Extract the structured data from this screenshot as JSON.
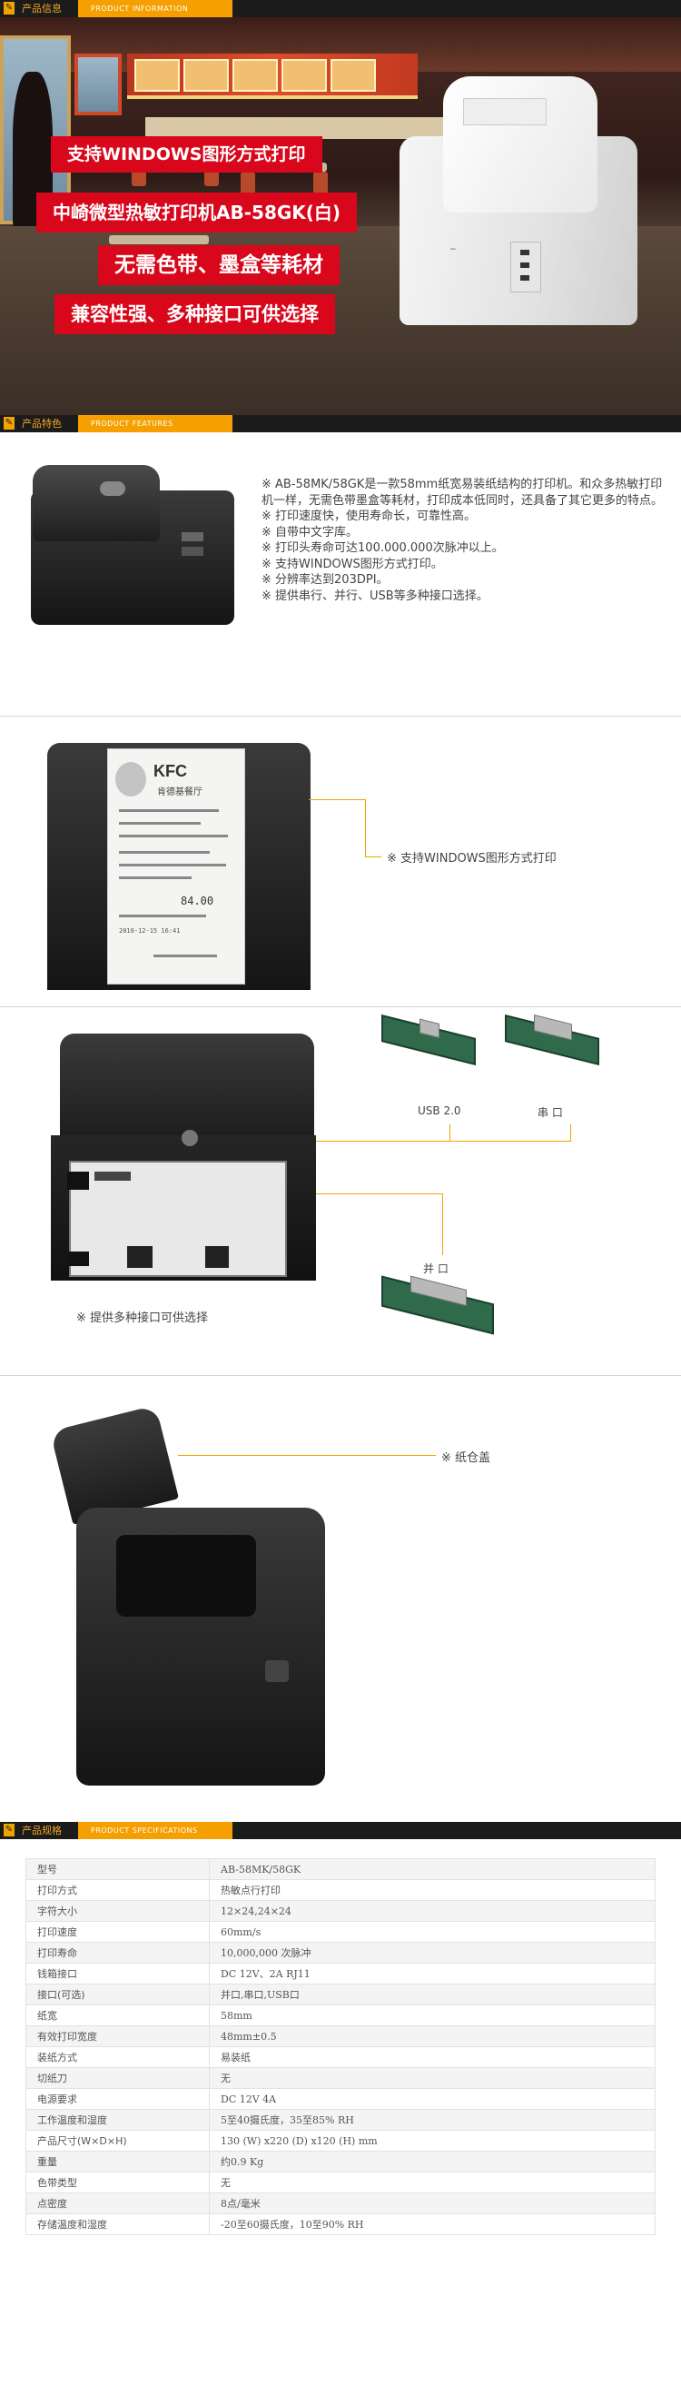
{
  "sections": {
    "info": {
      "title_cn": "产品信息",
      "title_en": "PRODUCT INFORMATION"
    },
    "features": {
      "title_cn": "产品特色",
      "title_en": "PRODUCT FEATURES"
    },
    "specs": {
      "title_cn": "产品规格",
      "title_en": "PRODUCT SPECIFICATIONS"
    }
  },
  "hero": {
    "banners": [
      "支持WINDOWS图形方式打印",
      "中崎微型热敏打印机AB-58GK(白)",
      "无需色带、墨盒等耗材",
      "兼容性强、多种接口可供选择"
    ]
  },
  "features": {
    "items": [
      "※ AB-58MK/58GK是一款58mm纸宽易装纸结构的打印机。和众多热敏打印机一样，无需色带墨盒等耗材，打印成本低同时，还具备了其它更多的特点。",
      "※ 打印速度快，使用寿命长，可靠性高。",
      "※ 自带中文字库。",
      "※ 打印头寿命可达100.000.000次脉冲以上。",
      "※ 支持WINDOWS图形方式打印。",
      "※ 分辨率达到203DPI。",
      "※ 提供串行、并行、USB等多种接口选择。"
    ]
  },
  "callouts": {
    "graphics": "※ 支持WINDOWS图形方式打印",
    "interfaces": "※ 提供多种接口可供选择",
    "usb": "USB 2.0",
    "serial": "串 口",
    "parallel": "并 口",
    "paper_cover": "※ 纸仓盖"
  },
  "receipt": {
    "brand": "KFC",
    "store": "肯德基餐厅",
    "total": "84.00",
    "date": "2010-12-15 16:41"
  },
  "specs": {
    "rows": [
      {
        "k": "型号",
        "v": "AB-58MK/58GK"
      },
      {
        "k": "打印方式",
        "v": "热敏点行打印"
      },
      {
        "k": "字符大小",
        "v": "12×24,24×24"
      },
      {
        "k": "打印速度",
        "v": "60mm/s"
      },
      {
        "k": "打印寿命",
        "v": "10,000,000 次脉冲"
      },
      {
        "k": "钱箱接口",
        "v": "DC 12V、2A RJ11"
      },
      {
        "k": "接口(可选)",
        "v": "并口,串口,USB口"
      },
      {
        "k": "纸宽",
        "v": "58mm"
      },
      {
        "k": "有效打印宽度",
        "v": "48mm±0.5"
      },
      {
        "k": "装纸方式",
        "v": "易装纸"
      },
      {
        "k": "切纸刀",
        "v": "无"
      },
      {
        "k": "电源要求",
        "v": "DC 12V 4A"
      },
      {
        "k": "工作温度和湿度",
        "v": "5至40摄氏度，35至85% RH"
      },
      {
        "k": "产品尺寸(W×D×H)",
        "v": "130 (W) x220 (D) x120 (H) mm"
      },
      {
        "k": "重量",
        "v": "约0.9 Kg"
      },
      {
        "k": "色带类型",
        "v": "无"
      },
      {
        "k": "点密度",
        "v": "8点/毫米"
      },
      {
        "k": "存储温度和湿度",
        "v": "-20至60摄氏度，10至90% RH"
      }
    ]
  }
}
